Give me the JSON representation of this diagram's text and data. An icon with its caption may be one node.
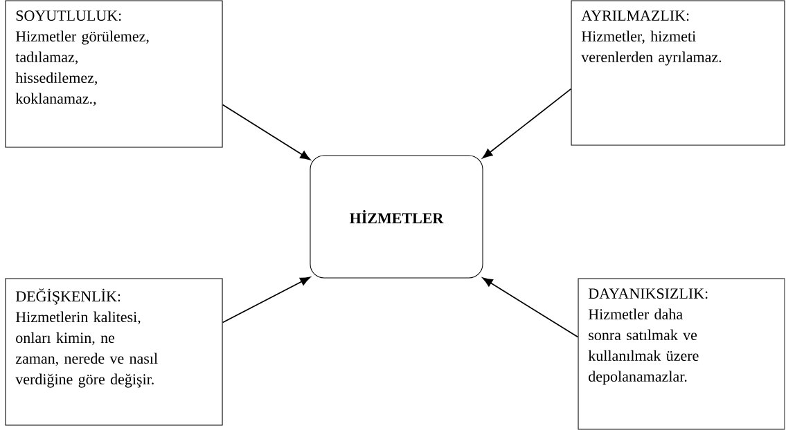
{
  "diagram": {
    "nodes": [
      {
        "text": [
          "HİZMETLER"
        ]
      },
      {
        "text": [
          "SOYUTLULUK:",
          "Hizmetler görülemez, tadılamaz, hissedilemez, koklanamaz.,"
        ]
      },
      {
        "text": [
          "AYRILMAZLIK:",
          "Hizmetler, hizmeti verenlerden ayrılamaz."
        ]
      },
      {
        "text": [
          "DEĞİŞKENLİK:",
          "Hizmetlerin kalitesi, onları kimin, ne zaman, nerede ve nasıl verdiğine göre değişir."
        ]
      },
      {
        "text": [
          "DAYANIKSIZLIK:",
          "Hizmetler daha sonra satılmak ve kullanılmak üzere depolanamazlar."
        ]
      }
    ],
    "edges": [
      {
        "from": 1,
        "to": 0,
        "arrow": "to"
      },
      {
        "from": 2,
        "to": 0,
        "arrow": "to"
      },
      {
        "from": 3,
        "to": 0,
        "arrow": "to"
      },
      {
        "from": 4,
        "to": 0,
        "arrow": "to"
      }
    ]
  }
}
